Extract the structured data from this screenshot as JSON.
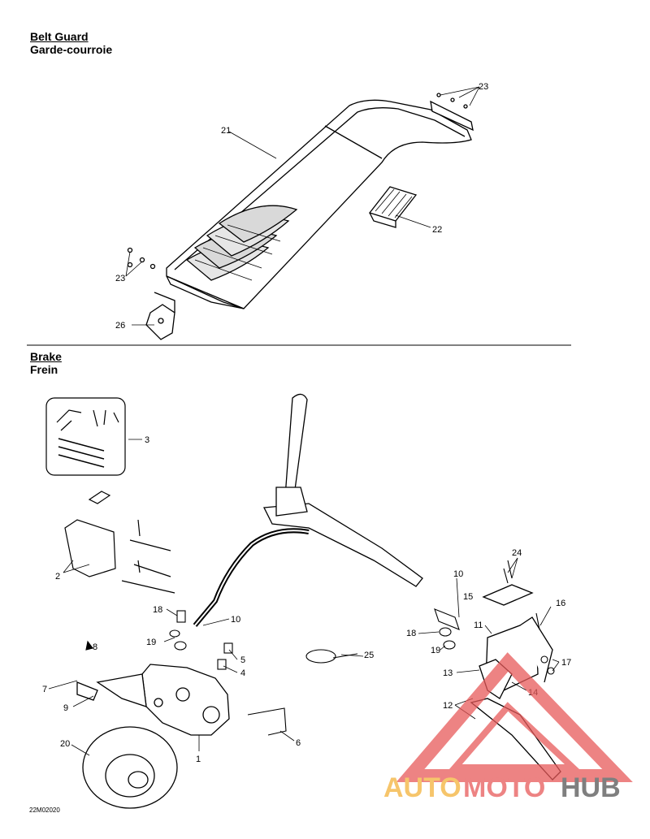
{
  "sections": {
    "belt_guard": {
      "title_en": "Belt Guard",
      "title_fr": "Garde-courroie"
    },
    "brake": {
      "title_en": "Brake",
      "title_fr": "Frein"
    }
  },
  "callouts": {
    "c21": "21",
    "c22": "22",
    "c23a": "23",
    "c23b": "23",
    "c26": "26",
    "c3": "3",
    "c2": "2",
    "c18a": "18",
    "c10a": "10",
    "c19a": "19",
    "c8": "8",
    "c5": "5",
    "c4": "4",
    "c7": "7",
    "c9": "9",
    "c20": "20",
    "c1": "1",
    "c6": "6",
    "c25": "25",
    "c24": "24",
    "c10b": "10",
    "c15": "15",
    "c16": "16",
    "c11": "11",
    "c18b": "18",
    "c19b": "19",
    "c17": "17",
    "c13": "13",
    "c14": "14",
    "c12": "12"
  },
  "figure_code": "22M02020",
  "watermark": {
    "part1": "AUTO",
    "part2": "MOTO",
    "part3": "HUB"
  },
  "colors": {
    "line": "#000000",
    "watermark_orange": "#f3b23a",
    "watermark_red": "#e85a5a",
    "watermark_grey": "#555555"
  }
}
